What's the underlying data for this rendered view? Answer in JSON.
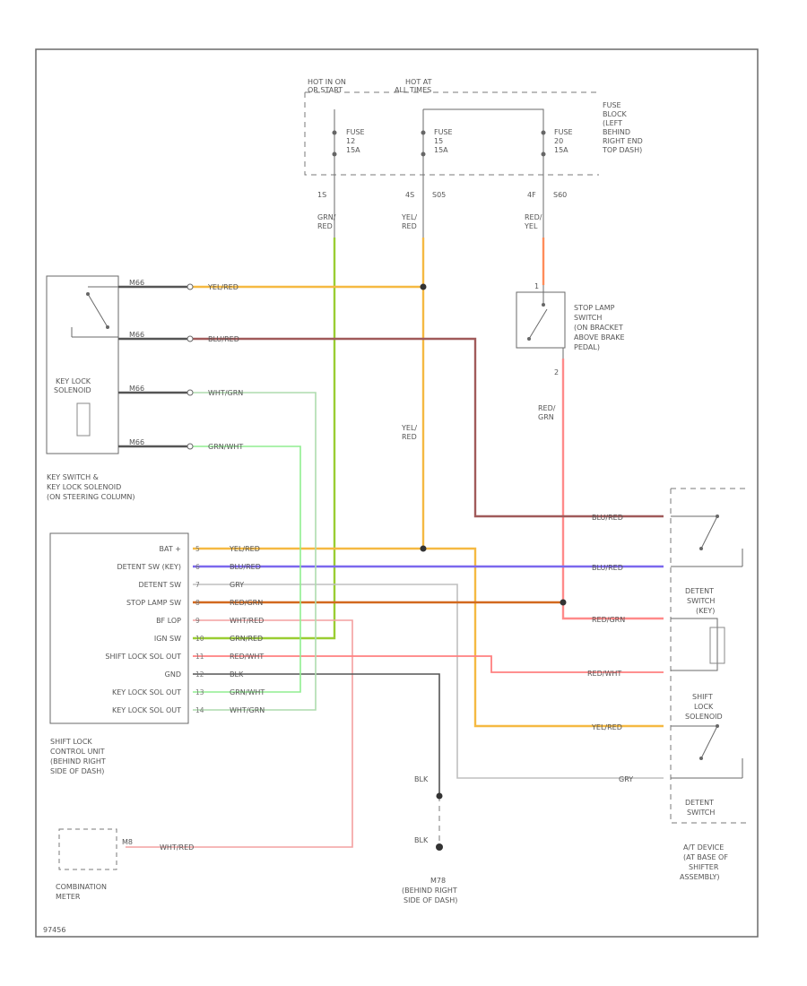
{
  "fuse_block": {
    "feed_left": [
      "HOT IN ON",
      "OR START"
    ],
    "feed_right": [
      "HOT AT",
      "ALL TIMES"
    ],
    "fuses": [
      {
        "label": "FUSE",
        "number": "12",
        "rating": "15A"
      },
      {
        "label": "FUSE",
        "number": "15",
        "rating": "15A"
      },
      {
        "label": "FUSE",
        "number": "20",
        "rating": "15A"
      }
    ],
    "location": [
      "FUSE",
      "BLOCK",
      "(LEFT",
      "BEHIND",
      "RIGHT END",
      "TOP DASH)"
    ],
    "circuit_ids": [
      "1S",
      "4S",
      "4F"
    ],
    "circuit_codes": [
      "",
      "S05",
      "S60"
    ]
  },
  "wire_labels": {
    "fuse1": [
      "GRN/",
      "RED"
    ],
    "fuse2": [
      "YEL/",
      "RED"
    ],
    "fuse3": [
      "RED/",
      "YEL"
    ],
    "vertical_yel": [
      "YEL/",
      "RED"
    ],
    "stop_lamp_out": [
      "RED/",
      "GRN"
    ]
  },
  "key_switch": {
    "title": [
      "KEY LOCK",
      "SOLENOID"
    ],
    "caption": [
      "KEY SWITCH &",
      "KEY LOCK SOLENOID",
      "(ON STEERING COLUMN)"
    ],
    "connectors": [
      "M66",
      "M66",
      "M66",
      "M66"
    ],
    "wires": [
      "YEL/RED",
      "BLU/RED",
      "WHT/GRN",
      "GRN/WHT"
    ]
  },
  "stop_lamp": {
    "label": [
      "STOP LAMP",
      "SWITCH",
      "(ON BRACKET",
      "ABOVE BRAKE",
      "PEDAL)"
    ],
    "pin_top": "1",
    "pin_bottom": "2"
  },
  "control_unit": {
    "pins": [
      "BAT +",
      "DETENT SW (KEY)",
      "DETENT SW",
      "STOP LAMP SW",
      "BF LOP",
      "IGN SW",
      "SHIFT LOCK SOL OUT",
      "GND",
      "KEY LOCK SOL OUT",
      "KEY LOCK SOL OUT"
    ],
    "pin_numbers": [
      "5",
      "6",
      "7",
      "8",
      "9",
      "10",
      "11",
      "12",
      "13",
      "14"
    ],
    "wires": [
      "YEL/RED",
      "BLU/RED",
      "GRY",
      "RED/GRN",
      "WHT/RED",
      "GRN/RED",
      "RED/WHT",
      "BLK",
      "GRN/WHT",
      "WHT/GRN"
    ],
    "caption": [
      "SHIFT LOCK",
      "CONTROL UNIT",
      "(BEHIND RIGHT",
      "SIDE OF DASH)"
    ]
  },
  "at_device": {
    "wires": [
      "BLU/RED",
      "BLU/RED",
      "RED/GRN",
      "RED/WHT",
      "YEL/RED",
      "GRY"
    ],
    "detent_top": [
      "DETENT",
      "SWITCH",
      "(KEY)"
    ],
    "solenoid": [
      "SHIFT",
      "LOCK",
      "SOLENOID"
    ],
    "detent_bottom": [
      "DETENT",
      "SWITCH"
    ],
    "caption": [
      "A/T DEVICE",
      "(AT BASE OF",
      "SHIFTER",
      "ASSEMBLY)"
    ]
  },
  "ground": {
    "wire_top": "BLK",
    "wire_bottom": "BLK",
    "label": [
      "M78",
      "(BEHIND RIGHT",
      "SIDE OF DASH)"
    ]
  },
  "meter": {
    "label": [
      "COMBINATION",
      "METER"
    ],
    "connector": "M8",
    "wire": "WHT/RED"
  },
  "footer": {
    "code": "97456"
  },
  "colors": {
    "yel_red": "#f5b942",
    "grn_red": "#9acd32",
    "red_yel": "#ff8c5a",
    "blu_red": "#7b68ee",
    "blu_red_dark": "#a05a5a",
    "red_grn": "#ff7f7f",
    "gry": "#b0b0b0",
    "red_grn_orange": "#d2691e",
    "red_wht": "#ff8080",
    "grn_wht": "#90ee90",
    "wht_grn": "#aedcae",
    "blk": "#555555",
    "wht_red": "#f4a0a0"
  }
}
